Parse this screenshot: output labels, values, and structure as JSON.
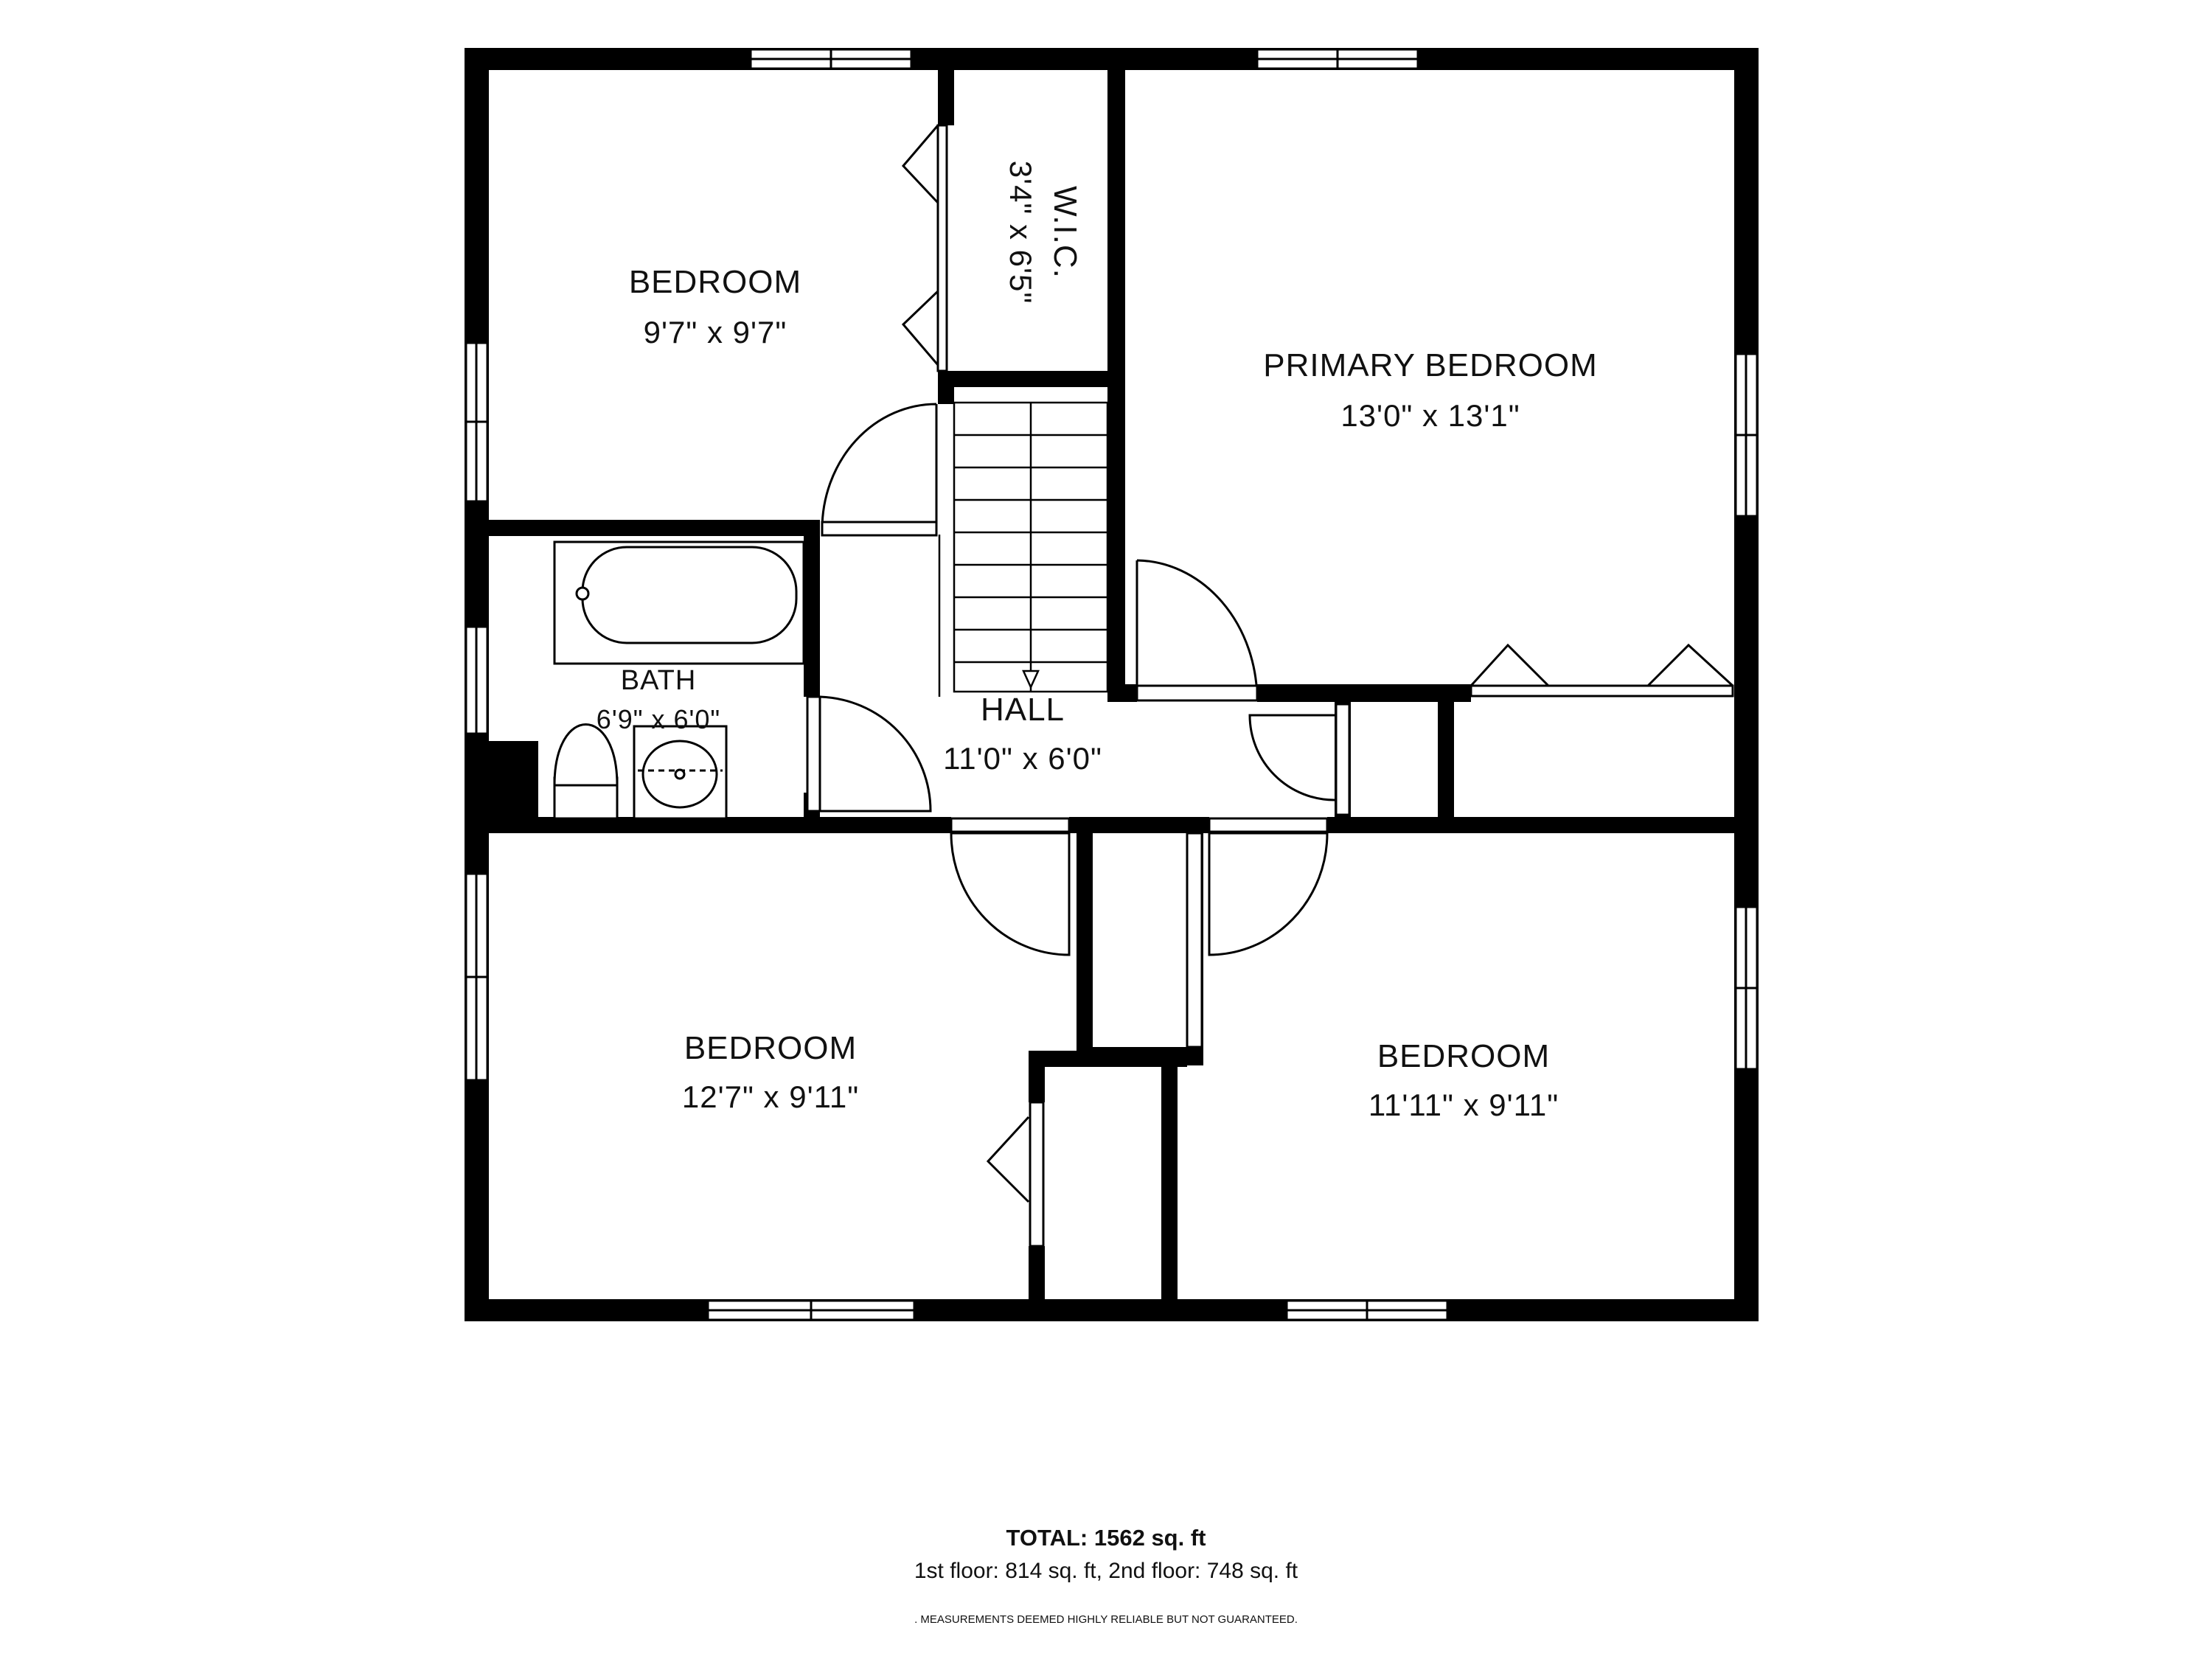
{
  "rooms": {
    "bedroom_nw": {
      "name": "BEDROOM",
      "dimensions": "9'7\" x 9'7\""
    },
    "wic": {
      "name": "W.I.C.",
      "dimensions": "3'4\" x 6'5\""
    },
    "primary": {
      "name": "PRIMARY BEDROOM",
      "dimensions": "13'0\" x 13'1\""
    },
    "bath": {
      "name": "BATH",
      "dimensions": "6'9\" x 6'0\""
    },
    "hall": {
      "name": "HALL",
      "dimensions": "11'0\" x 6'0\""
    },
    "bedroom_sw": {
      "name": "BEDROOM",
      "dimensions": "12'7\" x 9'11\""
    },
    "bedroom_se": {
      "name": "BEDROOM",
      "dimensions": "11'11\" x 9'11\""
    }
  },
  "footer": {
    "total": "TOTAL: 1562 sq. ft",
    "floors": "1st floor: 814 sq. ft, 2nd floor: 748 sq. ft",
    "disclaimer": ". MEASUREMENTS DEEMED HIGHLY RELIABLE BUT NOT GUARANTEED."
  }
}
